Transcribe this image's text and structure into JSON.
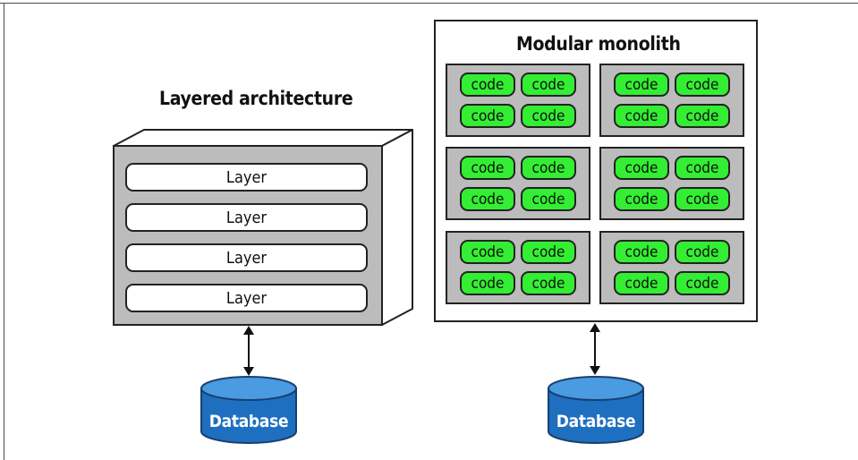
{
  "layered": {
    "title": "Layered architecture",
    "layers": [
      "Layer",
      "Layer",
      "Layer",
      "Layer"
    ],
    "database_label": "Database"
  },
  "monolith": {
    "title": "Modular monolith",
    "modules": [
      {
        "code": [
          "code",
          "code",
          "code",
          "code"
        ]
      },
      {
        "code": [
          "code",
          "code",
          "code",
          "code"
        ]
      },
      {
        "code": [
          "code",
          "code",
          "code",
          "code"
        ]
      },
      {
        "code": [
          "code",
          "code",
          "code",
          "code"
        ]
      },
      {
        "code": [
          "code",
          "code",
          "code",
          "code"
        ]
      },
      {
        "code": [
          "code",
          "code",
          "code",
          "code"
        ]
      }
    ],
    "database_label": "Database"
  },
  "colors": {
    "code_fill": "#33ee33",
    "module_fill": "#bcbcbc",
    "database_fill": "#1e6fc0",
    "database_top": "#4a9be0"
  }
}
